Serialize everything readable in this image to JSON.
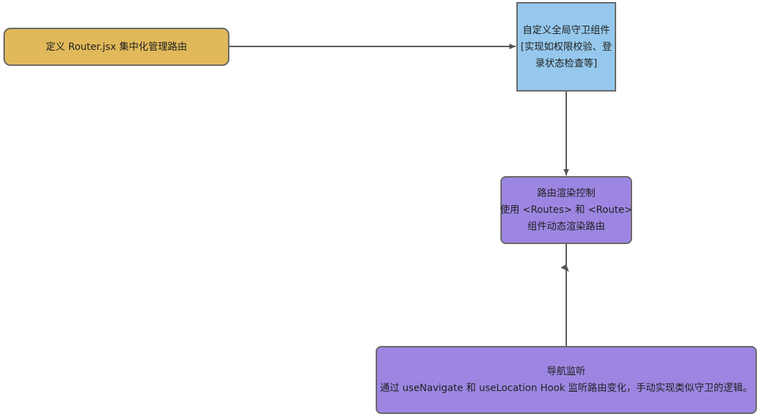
{
  "diagram": {
    "nodes": {
      "router": {
        "lines": [
          "定义 Router.jsx 集中化管理路由"
        ],
        "fill": "#e1b95a"
      },
      "guard": {
        "lines": [
          "自定义全局守卫组件",
          "[实现如权限校验、登",
          "录状态检查等]"
        ],
        "fill": "#95c8ec"
      },
      "render": {
        "lines": [
          "路由渲染控制",
          "使用 <Routes> 和 <Route>",
          "组件动态渲染路由"
        ],
        "fill": "#9d86e2"
      },
      "nav": {
        "lines": [
          "导航监听",
          "通过 useNavigate 和 useLocation Hook 监听路由变化，手动实现类似守卫的逻辑。"
        ],
        "fill": "#9d86e2"
      }
    },
    "edges": [
      {
        "from": "router",
        "to": "guard"
      },
      {
        "from": "guard",
        "to": "render"
      },
      {
        "from": "nav",
        "to": "render"
      }
    ],
    "colors": {
      "edge": "#555555",
      "border": "#666666"
    }
  }
}
